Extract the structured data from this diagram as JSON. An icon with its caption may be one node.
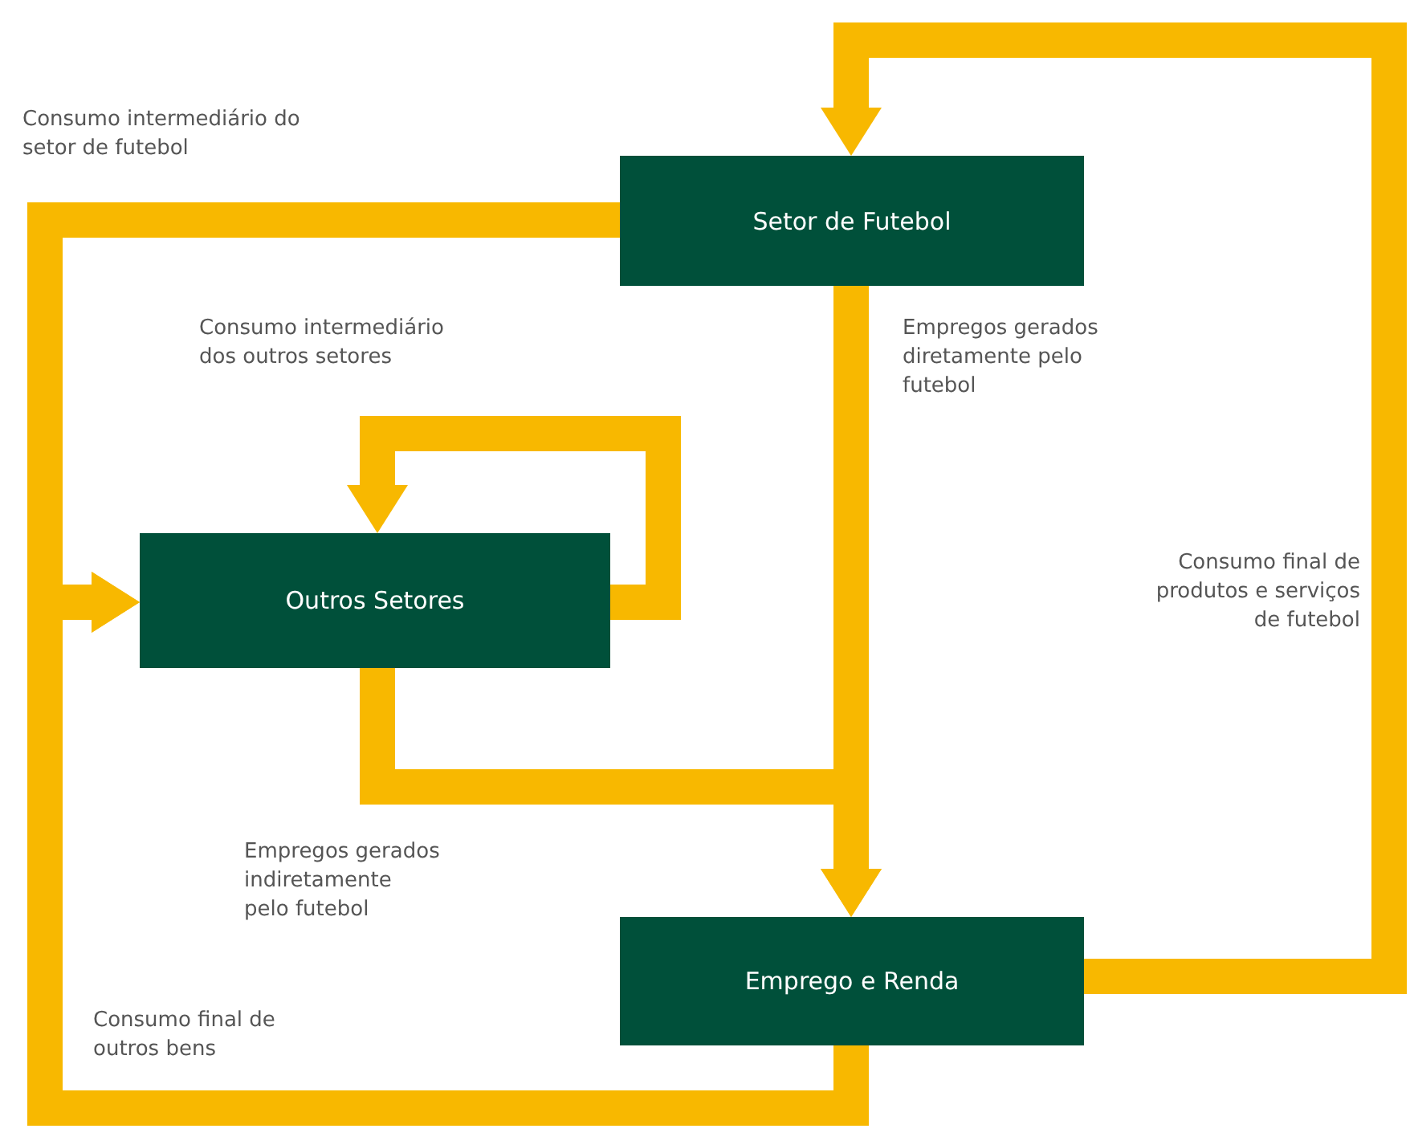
{
  "diagram": {
    "nodes": [
      {
        "text": [
          "Setor de Futebol"
        ]
      },
      {
        "text": [
          "Outros Setores"
        ]
      },
      {
        "text": [
          "Emprego e Renda"
        ]
      }
    ],
    "edges": [
      {
        "from": 0,
        "to": 1,
        "arrow": "to",
        "label": "Consumo intermediário do setor de futebol"
      },
      {
        "from": 1,
        "to": 1,
        "arrow": "to",
        "label": "Consumo intermediário dos outros setores"
      },
      {
        "from": 0,
        "to": 2,
        "arrow": "to",
        "label": "Empregos gerados diretamente pelo futebol"
      },
      {
        "from": 1,
        "to": 2,
        "arrow": "to",
        "label": "Empregos gerados indiretamente pelo futebol"
      },
      {
        "from": 2,
        "to": 0,
        "arrow": "to",
        "label": "Consumo final de produtos e serviços de futebol"
      },
      {
        "from": 2,
        "to": 1,
        "arrow": "to",
        "label": "Consumo final de outros bens"
      }
    ]
  }
}
